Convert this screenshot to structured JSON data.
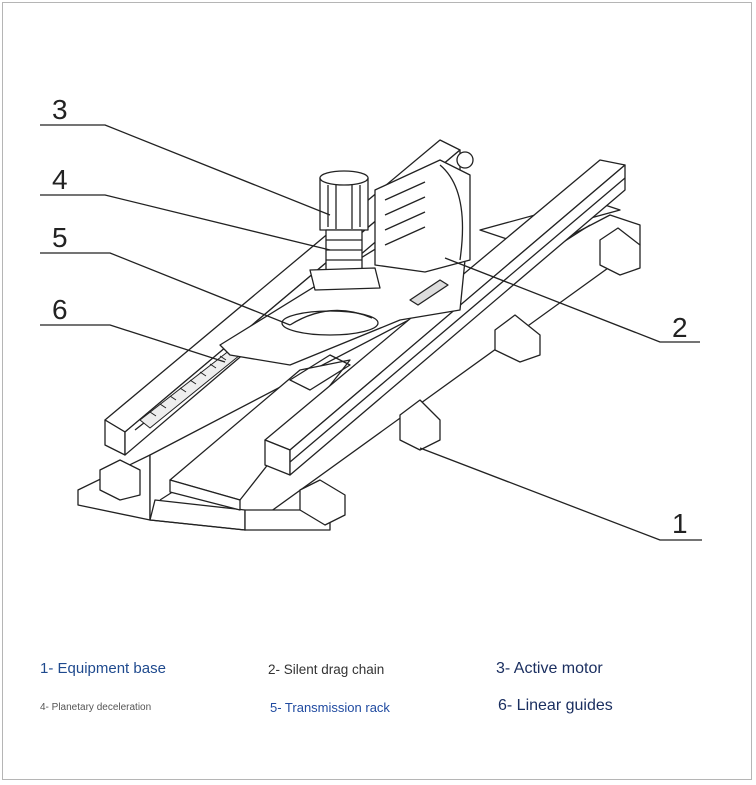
{
  "callouts": {
    "c1": "1",
    "c2": "2",
    "c3": "3",
    "c4": "4",
    "c5": "5",
    "c6": "6"
  },
  "legend": [
    {
      "text": "1- Equipment base",
      "color": "#1f4a8e"
    },
    {
      "text": "2- Silent drag chain",
      "color": "#333333"
    },
    {
      "text": "3- Active motor",
      "color": "#1b2f60"
    },
    {
      "text": "4- Planetary deceleration",
      "color": "#555555"
    },
    {
      "text": "5- Transmission rack",
      "color": "#1f4aa0"
    },
    {
      "text": "6- Linear guides",
      "color": "#1b2f60"
    }
  ]
}
